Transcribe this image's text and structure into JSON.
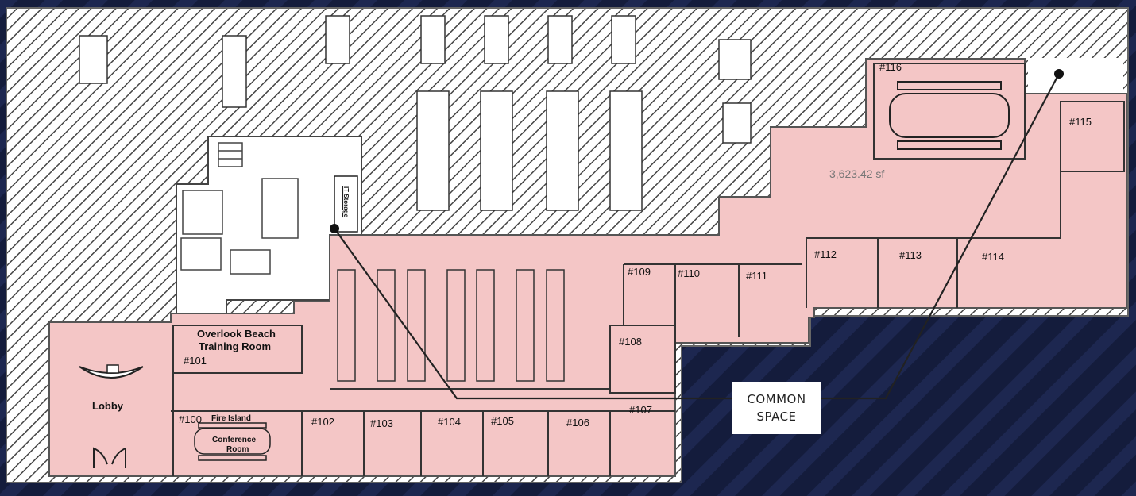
{
  "colors": {
    "background": "#141c3c",
    "common_space": "#f4c6c6",
    "hatch": "#555555"
  },
  "rooms": {
    "r116": "#116",
    "r115": "#115",
    "r114": "#114",
    "r113": "#113",
    "r112": "#112",
    "r111": "#111",
    "r110": "#110",
    "r109": "#109",
    "r108": "#108",
    "r107": "#107",
    "r106": "#106",
    "r105": "#105",
    "r104": "#104",
    "r103": "#103",
    "r102": "#102",
    "r101": "#101",
    "r100": "#100"
  },
  "named_rooms": {
    "training_line1": "Overlook Beach",
    "training_line2": "Training Room",
    "lobby": "Lobby",
    "fire_island": "Fire Island",
    "conference_line1": "Conference",
    "conference_line2": "Room",
    "it_storage": "IT Storage"
  },
  "area_label": "3,623.42 sf",
  "callout": {
    "line1": "COMMON",
    "line2": "SPACE"
  }
}
